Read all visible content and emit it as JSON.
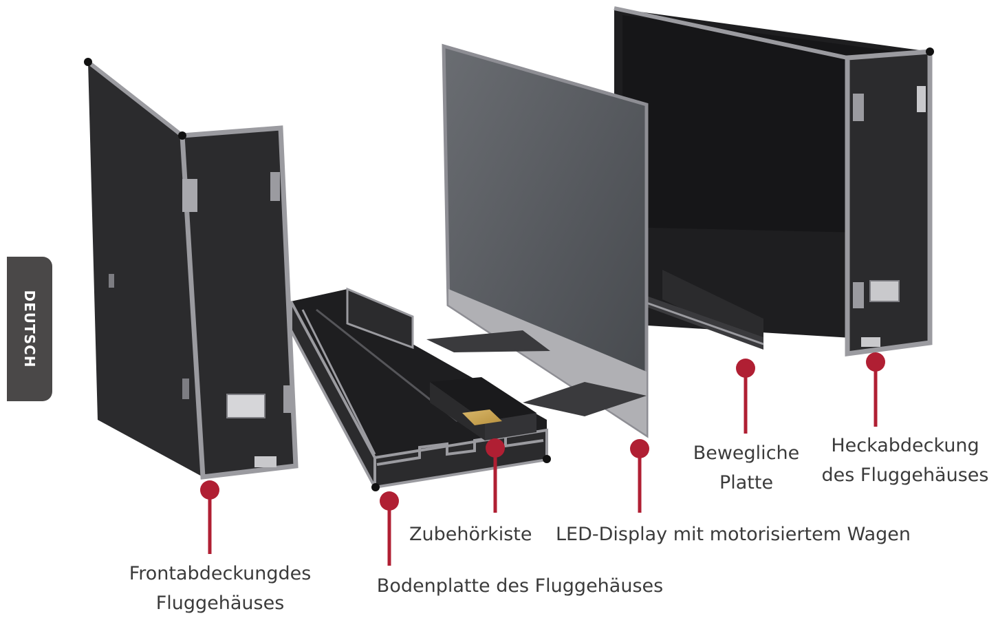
{
  "side_tab": {
    "label": "DEUTSCH"
  },
  "labels": {
    "front_cover": {
      "line1": "Frontabdeckungdes",
      "line2": "Fluggehäuses"
    },
    "base_plate": {
      "line1": "Bodenplatte des Fluggehäuses"
    },
    "accessory_box": {
      "line1": "Zubehörkiste"
    },
    "led_display": {
      "line1": "LED-Display mit motorisiertem Wagen"
    },
    "movable_plate": {
      "line1": "Bewegliche",
      "line2": "Platte"
    },
    "rear_cover": {
      "line1": "Heckabdeckung",
      "line2": "des Fluggehäuses"
    }
  },
  "colors": {
    "case_body": "#2b2b2d",
    "case_dark": "#1e1e20",
    "case_trim": "#9b9ba0",
    "screen": "#5a5d62",
    "callout": "#b01f33",
    "label_text": "#3b3b3b",
    "tab_bg": "#4a4848",
    "tab_text": "#ffffff"
  }
}
